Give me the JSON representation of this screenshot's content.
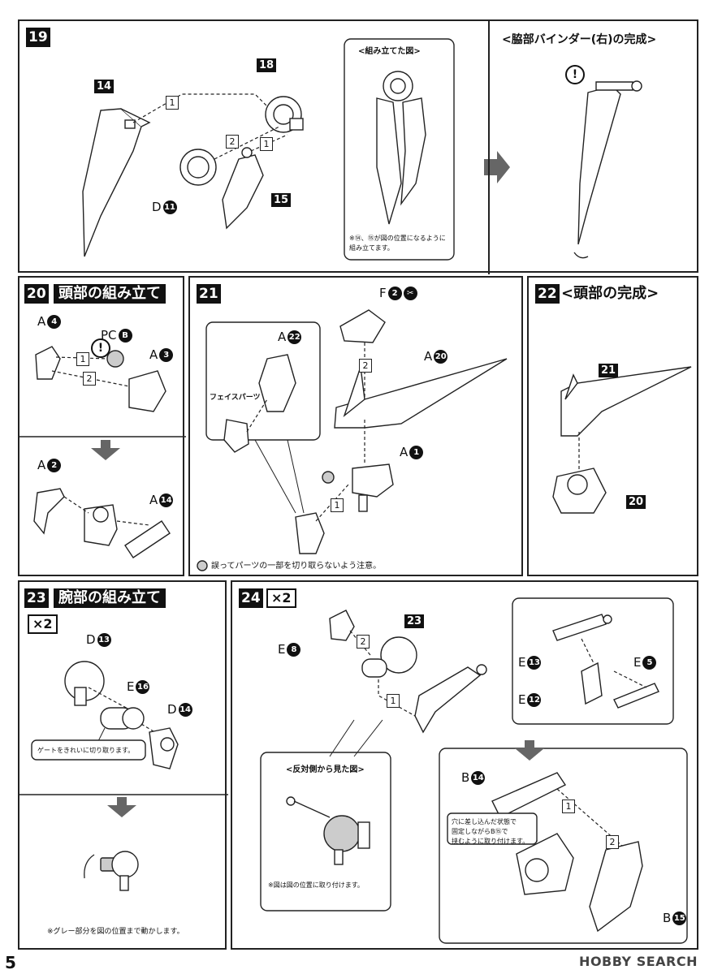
{
  "page_number": "5",
  "watermark": "HOBBY SEARCH",
  "step19": {
    "num": "19",
    "assembled_caption": "<組み立てた図>",
    "assembled_note": "※⑭、⑮が図の位置になるように\n組み立てます。",
    "complete_caption": "<脇部バインダー(右)の完成>",
    "labels": {
      "p14": "14",
      "p18": "18",
      "p15": "15",
      "d_prefix": "D",
      "d_num": "11"
    },
    "order": [
      "1",
      "2",
      "1"
    ]
  },
  "step20": {
    "num": "20",
    "title": "頭部の組み立て",
    "labels": {
      "a4_prefix": "A",
      "a4": "4",
      "pc_prefix": "PC",
      "pc": "B",
      "a3_prefix": "A",
      "a3": "3",
      "a2_prefix": "A",
      "a2": "2",
      "a14_prefix": "A",
      "a14": "14"
    },
    "order": [
      "1",
      "2"
    ]
  },
  "step21": {
    "num": "21",
    "face_parts": "フェイスパーツ",
    "caution": "誤ってパーツの一部を切り取らないよう注意。",
    "labels": {
      "f_prefix": "F",
      "f": "2",
      "a20_prefix": "A",
      "a20": "20",
      "a22_prefix": "A",
      "a22": "22",
      "a1_prefix": "A",
      "a1": "1"
    },
    "order": [
      "2",
      "1"
    ]
  },
  "step22": {
    "num": "22",
    "title": "<頭部の完成>",
    "labels": {
      "p21": "21",
      "p20": "20"
    }
  },
  "step23": {
    "num": "23",
    "title": "腕部の組み立て",
    "multiplier": "×2",
    "gate_note": "ゲートをきれいに切り取ります。",
    "gray_note": "※グレー部分を図の位置まで動かします。",
    "labels": {
      "d13_prefix": "D",
      "d13": "13",
      "e16_prefix": "E",
      "e16": "16",
      "d14_prefix": "D",
      "d14": "14"
    }
  },
  "step24": {
    "num": "24",
    "multiplier": "×2",
    "reverse_caption": "<反対側から見た図>",
    "reverse_note": "※図は図の位置に取り付けます。",
    "insert_note": "穴に差し込んだ状態で\n固定しながらB⑮で\n挟むように取り付けます。",
    "labels": {
      "e8_prefix": "E",
      "e8": "8",
      "p23": "23",
      "e13_prefix": "E",
      "e13": "13",
      "e5_prefix": "E",
      "e5": "5",
      "e12_prefix": "E",
      "e12": "12",
      "b14_prefix": "B",
      "b14": "14",
      "b15_prefix": "B",
      "b15": "15"
    },
    "order": [
      "2",
      "1",
      "1",
      "2"
    ]
  }
}
